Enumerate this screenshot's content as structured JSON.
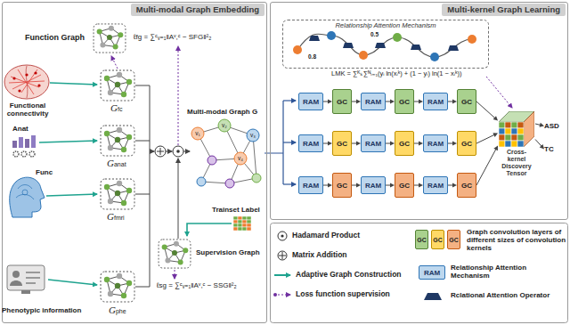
{
  "diagram": {
    "nodes": [
      {
        "text": [
          "Multi-modal Graph Embedding"
        ]
      },
      {
        "text": [
          "Multi-kernel Graph Learning"
        ]
      },
      {
        "text": [
          "Relationship Attention Mechanism"
        ],
        "in": 1
      },
      {
        "text": [
          "RAM"
        ],
        "in": 1
      },
      {
        "text": [
          "GC"
        ],
        "in": 1
      },
      {
        "text": [
          "RAM"
        ],
        "in": 1
      },
      {
        "text": [
          "GC"
        ],
        "in": 1
      },
      {
        "text": [
          "RAM"
        ],
        "in": 1
      },
      {
        "text": [
          "GC"
        ],
        "in": 1
      },
      {
        "text": [
          "RAM"
        ],
        "in": 1
      },
      {
        "text": [
          "GC"
        ],
        "in": 1
      },
      {
        "text": [
          "RAM"
        ],
        "in": 1
      },
      {
        "text": [
          "GC"
        ],
        "in": 1
      },
      {
        "text": [
          "RAM"
        ],
        "in": 1
      },
      {
        "text": [
          "GC"
        ],
        "in": 1
      },
      {
        "text": [
          "RAM"
        ],
        "in": 1
      },
      {
        "text": [
          "GC"
        ],
        "in": 1
      },
      {
        "text": [
          "RAM"
        ],
        "in": 1
      },
      {
        "text": [
          "GC"
        ],
        "in": 1
      },
      {
        "text": [
          "RAM"
        ],
        "in": 1
      },
      {
        "text": [
          "GC"
        ],
        "in": 1
      },
      {
        "text": [
          "Cross-kernel Discovery Tensor"
        ],
        "in": 1
      },
      {
        "text": [
          "ASD"
        ],
        "in": 1
      },
      {
        "text": [
          "TC"
        ],
        "in": 1
      },
      {
        "text": [
          "GC"
        ]
      },
      {
        "text": [
          "GC"
        ]
      },
      {
        "text": [
          "GC"
        ]
      },
      {
        "text": [
          "RAM"
        ]
      }
    ],
    "edges": [
      {
        "from": 3,
        "to": 4,
        "arrow": "to"
      },
      {
        "from": 4,
        "to": 5,
        "arrow": "to"
      },
      {
        "from": 5,
        "to": 6,
        "arrow": "to"
      },
      {
        "from": 6,
        "to": 7,
        "arrow": "to"
      },
      {
        "from": 7,
        "to": 8,
        "arrow": "to"
      },
      {
        "from": 9,
        "to": 10,
        "arrow": "to"
      },
      {
        "from": 10,
        "to": 11,
        "arrow": "to"
      },
      {
        "from": 11,
        "to": 12,
        "arrow": "to"
      },
      {
        "from": 12,
        "to": 13,
        "arrow": "to"
      },
      {
        "from": 13,
        "to": 14,
        "arrow": "to"
      },
      {
        "from": 15,
        "to": 16,
        "arrow": "to"
      },
      {
        "from": 16,
        "to": 17,
        "arrow": "to"
      },
      {
        "from": 17,
        "to": 18,
        "arrow": "to"
      },
      {
        "from": 18,
        "to": 19,
        "arrow": "to"
      },
      {
        "from": 19,
        "to": 20,
        "arrow": "to"
      },
      {
        "from": 8,
        "to": 21,
        "arrow": "to"
      },
      {
        "from": 14,
        "to": 21,
        "arrow": "to"
      },
      {
        "from": 20,
        "to": 21,
        "arrow": "to"
      },
      {
        "from": 21,
        "to": 22,
        "arrow": "to"
      },
      {
        "from": 21,
        "to": 23,
        "arrow": "to"
      }
    ],
    "labels": [
      "Function Graph",
      "ℓfg = ∑ᶜᵥ₌₁‖Aᵛ,ᶜ − SFG‖²₂",
      "Functional connectivity",
      "Anat",
      "Func",
      "Phenotypic information",
      "Gfc",
      "Ganat",
      "Gfmri",
      "Gphe",
      "Multi-modal Graph G",
      "Trainset Label",
      "Supervision Graph",
      "ℓsg = ∑ᶜᵥ₌₁‖Aᵛ,ᶜ − SSG‖²₂",
      "LMK = ∑ᴷₖ∑ᴺᵢ₌₁(yᵢ ln(xᵢᵏ) + (1 − yᵢ) ln(1 − xᵢᵏ))",
      "0.8",
      "0.5",
      "v₁",
      "v₂",
      "v₃",
      "v₄"
    ],
    "legend": [
      {
        "text": "Hadamard Product"
      },
      {
        "text": "Matrix Addition"
      },
      {
        "text": "Adaptive Graph Construction"
      },
      {
        "text": "Loss function supervision"
      },
      {
        "text": "Graph convolution layers of different sizes of convolution kernels"
      },
      {
        "text": "Relationship Attention Mechanism"
      },
      {
        "text": "Rclational Attention Operator"
      }
    ]
  }
}
